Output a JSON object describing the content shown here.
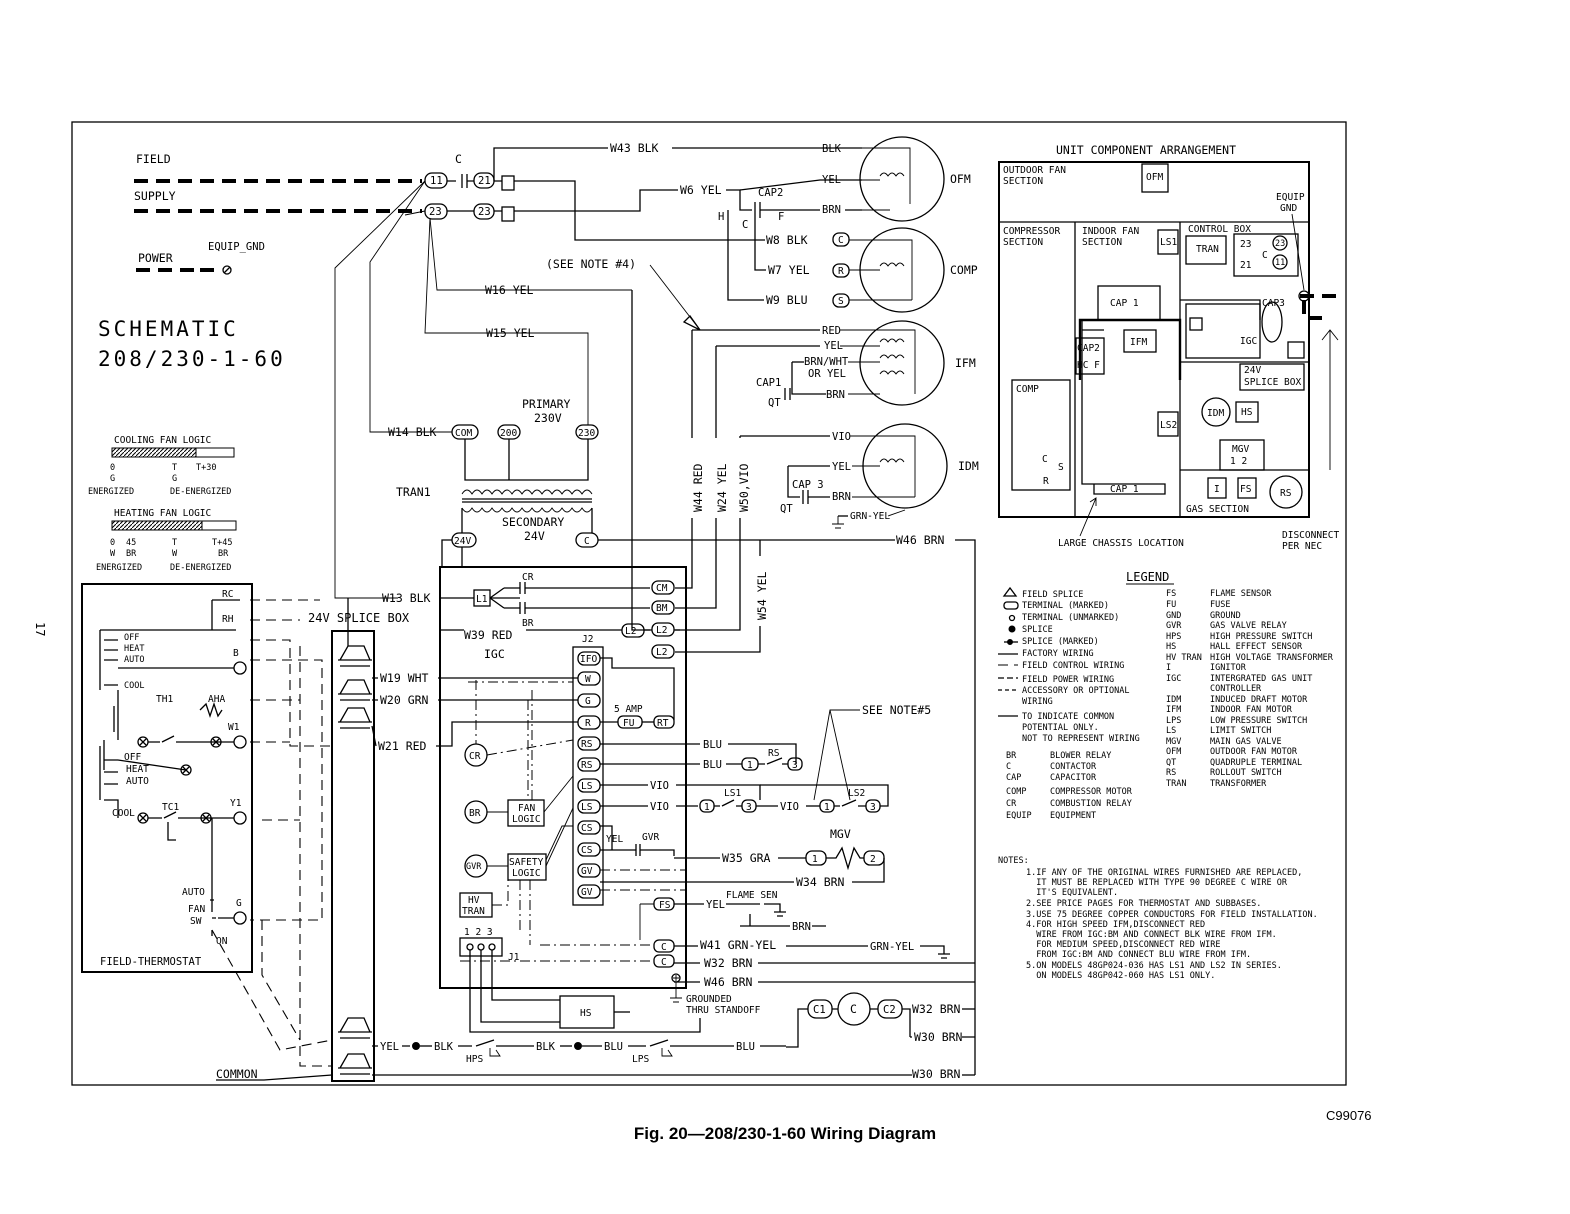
{
  "title": [
    "SCHEMATIC",
    "208/230-1-60"
  ],
  "caption": "Fig. 20—208/230-1-60 Wiring Diagram",
  "figure_code": "C99076",
  "page_number": "17",
  "supply": {
    "field": "FIELD",
    "supply": "SUPPLY",
    "power": "POWER",
    "equip_gnd": "EQUIP_GND"
  },
  "components": {
    "c": "C",
    "l1": "11",
    "l2a": "21",
    "l3": "23",
    "l4": "23",
    "ofm": "OFM",
    "comp": "COMP",
    "ifm": "IFM",
    "idm": "IDM",
    "cap2": "CAP2",
    "h": "H",
    "c2": "C",
    "f": "F",
    "cap1": "CAP1",
    "qt1": "QT",
    "cap3": "CAP 3",
    "qt3": "QT",
    "c_term": "C",
    "r_term": "R",
    "s_term": "S",
    "see_note4": "(SEE NOTE #4)",
    "see_note5": "SEE NOTE#5",
    "primary": "PRIMARY",
    "v230": "230V",
    "tran1": "TRAN1",
    "secondary": "SECONDARY",
    "v24": "24V",
    "com": "COM",
    "t200": "200",
    "t230": "230",
    "t24v": "24V",
    "tc": "C",
    "cr": "CR",
    "br": "BR",
    "l1t": "L1",
    "igc": "IGC",
    "j2": "J2",
    "j1": "J1",
    "cm": "CM",
    "bm": "BM",
    "l2_1": "L2",
    "l2_2": "L2",
    "l2_3": "L2",
    "ifo": "IFO",
    "pw": "W",
    "pg": "G",
    "pr": "R",
    "prs1": "RS",
    "prs2": "RS",
    "pls1": "LS",
    "pls2": "LS",
    "pcs1": "CS",
    "pcs2": "CS",
    "pgv1": "GV",
    "pgv2": "GV",
    "fuse": "5 AMP",
    "fu": "FU",
    "rt": "RT",
    "cr_circle": "CR",
    "br_circle": "BR",
    "gvr_circle": "GVR",
    "fan_logic": [
      "FAN",
      "LOGIC"
    ],
    "safety_logic": [
      "SAFETY",
      "LOGIC"
    ],
    "hv_tran": [
      "HV",
      "TRAN"
    ],
    "yel_small": "YEL",
    "gvr": "GVR",
    "fs": "FS",
    "c_small1": "C",
    "c_small2": "C",
    "j1_pins": "1 2 3",
    "hs": "HS",
    "rs": "RS",
    "ls1": "LS1",
    "ls2": "LS2",
    "mgv": "MGV",
    "flame_sen": "FLAME SEN",
    "grounded": [
      "GROUNDED",
      "THRU STANDOFF"
    ],
    "c1": "C1",
    "c_cont": "C",
    "c2cont": "C2",
    "hps": "HPS",
    "lps": "LPS",
    "common": "COMMON",
    "splice_box": "24V SPLICE BOX",
    "n1": "1",
    "n2": "2",
    "n3": "3",
    "n4": "1",
    "n5": "3",
    "n6": "1",
    "n7": "3",
    "n8": "1",
    "n9": "2"
  },
  "wires": {
    "w43": "W43 BLK",
    "blk": "BLK",
    "yel1": "YEL",
    "brn1": "BRN",
    "w6": "W6 YEL",
    "w8": "W8 BLK",
    "w7": "W7 YEL",
    "w9": "W9 BLU",
    "w16": "W16 YEL",
    "w15": "W15 YEL",
    "w14": "W14 BLK",
    "red": "RED",
    "yel2": "YEL",
    "brnwht": "BRN/WHT",
    "oryel": "OR YEL",
    "brn2": "BRN",
    "vio": "VIO",
    "yel3": "YEL",
    "brn3": "BRN",
    "grnyel": "GRN-YEL",
    "w44": "W44 RED",
    "w24": "W24 YEL",
    "w50": "W50,VIO",
    "w54": "W54 YEL",
    "w46a": "W46 BRN",
    "w13": "W13 BLK",
    "w39": "W39 RED",
    "w19": "W19 WHT",
    "w20": "W20 GRN",
    "w21": "W21 RED",
    "blu1": "BLU",
    "blu2": "BLU",
    "vio1": "VIO",
    "vio2": "VIO",
    "vio3": "VIO",
    "w35": "W35 GRA",
    "w34": "W34 BRN",
    "yel4": "YEL",
    "brn4": "BRN",
    "w41": "W41 GRN-YEL",
    "grnyel2": "GRN-YEL",
    "w32a": "W32 BRN",
    "w46b": "W46 BRN",
    "w32b": "W32 BRN",
    "w30a": "W30 BRN",
    "w30b": "W30 BRN",
    "yel5": "YEL",
    "blk5": "BLK",
    "blk6": "BLK",
    "blu5": "BLU",
    "blu6": "BLU"
  },
  "cooling_logic": {
    "title": "COOLING FAN LOGIC",
    "l0": "0",
    "lt": "T",
    "lt30": "T+30",
    "g1": "G",
    "g2": "G",
    "energized": "ENERGIZED",
    "deenergized": "DE-ENERGIZED"
  },
  "heating_logic": {
    "title": "HEATING FAN LOGIC",
    "l0": "0",
    "l45": "45",
    "lt": "T",
    "lt45": "T+45",
    "w": "W",
    "br": "BR",
    "w2": "W",
    "br2": "BR",
    "energized": "ENERGIZED",
    "deenergized": "DE-ENERGIZED"
  },
  "thermostat": {
    "title": "FIELD-THERMOSTAT",
    "rc": "RC",
    "rh": "RH",
    "b": "B",
    "off": "OFF",
    "heat": "HEAT",
    "auto": "AUTO",
    "cool": "COOL",
    "th1": "TH1",
    "aha": "AHA",
    "w1": "W1",
    "off2": "OFF",
    "heat2": "HEAT",
    "auto2": "AUTO",
    "cool2": "COOL",
    "tc1": "TC1",
    "y1": "Y1",
    "auto3": "AUTO",
    "fan": "FAN",
    "sw": "SW",
    "on": "ON",
    "g": "G"
  },
  "arrangement": {
    "title": "UNIT COMPONENT ARRANGEMENT",
    "outdoor": [
      "OUTDOOR FAN",
      "SECTION"
    ],
    "ofm": "OFM",
    "compressor": [
      "COMPRESSOR",
      "SECTION"
    ],
    "indoor": [
      "INDOOR FAN",
      "SECTION"
    ],
    "control": "CONTROL BOX",
    "ls1": "LS1",
    "tran": "TRAN",
    "n23": "23",
    "n21": "21",
    "c": "C",
    "n23c": "23",
    "n11c": "11",
    "equip": [
      "EQUIP",
      "GND"
    ],
    "cap1": "CAP 1",
    "ifm": "IFM",
    "cap2": [
      "CAP2",
      "HC F"
    ],
    "cap3": "CAP3",
    "igc": "IGC",
    "splice": [
      "24V",
      "SPLICE BOX"
    ],
    "comp": "COMP",
    "cs": [
      "C",
      "S",
      "R"
    ],
    "ls2": "LS2",
    "idm": "IDM",
    "hs": "HS",
    "mgv": [
      "MGV",
      "1  2"
    ],
    "i": "I",
    "fs": "FS",
    "rs": "RS",
    "cap1b": "CAP 1",
    "gas": "GAS SECTION",
    "chassis": "LARGE CHASSIS LOCATION",
    "disconnect": [
      "DISCONNECT",
      "PER NEC"
    ]
  },
  "legend": {
    "title": "LEGEND",
    "symbols": [
      "FIELD SPLICE",
      "TERMINAL (MARKED)",
      "TERMINAL (UNMARKED)",
      "SPLICE",
      "SPLICE (MARKED)",
      "FACTORY WIRING",
      "FIELD CONTROL WIRING",
      "FIELD POWER WIRING",
      "ACCESSORY OR OPTIONAL",
      "WIRING",
      "TO INDICATE COMMON",
      "POTENTIAL ONLY.",
      "NOT TO REPRESENT WIRING"
    ],
    "abbr": [
      [
        "BR",
        "BLOWER RELAY"
      ],
      [
        "C",
        "CONTACTOR"
      ],
      [
        "CAP",
        "CAPACITOR"
      ],
      [
        "COMP",
        "COMPRESSOR MOTOR"
      ],
      [
        "CR",
        "COMBUSTION RELAY"
      ],
      [
        "EQUIP",
        "EQUIPMENT"
      ]
    ],
    "abbr2": [
      [
        "FS",
        "FLAME SENSOR"
      ],
      [
        "FU",
        "FUSE"
      ],
      [
        "GND",
        "GROUND"
      ],
      [
        "GVR",
        "GAS VALVE RELAY"
      ],
      [
        "HPS",
        "HIGH PRESSURE SWITCH"
      ],
      [
        "HS",
        "HALL EFFECT SENSOR"
      ],
      [
        "HV TRAN",
        "HIGH VOLTAGE TRANSFORMER"
      ],
      [
        "I",
        "IGNITOR"
      ],
      [
        "IGC",
        "INTERGRATED GAS UNIT"
      ],
      [
        "",
        "CONTROLLER"
      ],
      [
        "IDM",
        "INDUCED DRAFT MOTOR"
      ],
      [
        "IFM",
        "INDOOR FAN MOTOR"
      ],
      [
        "LPS",
        "LOW PRESSURE SWITCH"
      ],
      [
        "LS",
        "LIMIT SWITCH"
      ],
      [
        "MGV",
        "MAIN GAS VALVE"
      ],
      [
        "OFM",
        "OUTDOOR FAN MOTOR"
      ],
      [
        "QT",
        "QUADRUPLE TERMINAL"
      ],
      [
        "RS",
        "ROLLOUT SWITCH"
      ],
      [
        "TRAN",
        "TRANSFORMER"
      ]
    ]
  },
  "notes": {
    "title": "NOTES:",
    "lines": [
      "1.IF ANY OF THE ORIGINAL WIRES FURNISHED ARE REPLACED,",
      "  IT MUST BE REPLACED WITH TYPE 90 DEGREE C WIRE OR",
      "  IT'S EQUIVALENT.",
      "2.SEE PRICE PAGES FOR THERMOSTAT AND SUBBASES.",
      "3.USE 75 DEGREE COPPER CONDUCTORS FOR FIELD INSTALLATION.",
      "4.FOR HIGH SPEED IFM,DISCONNECT RED",
      "  WIRE FROM IGC:BM AND CONNECT BLK WIRE FROM IFM.",
      "  FOR MEDIUM SPEED,DISCONNECT RED WIRE",
      "  FROM IGC:BM AND CONNECT BLU WIRE FROM IFM.",
      "5.ON MODELS 48GP024-036 HAS LS1 AND LS2 IN SERIES.",
      "  ON MODELS 48GP042-060 HAS LS1 ONLY."
    ]
  }
}
